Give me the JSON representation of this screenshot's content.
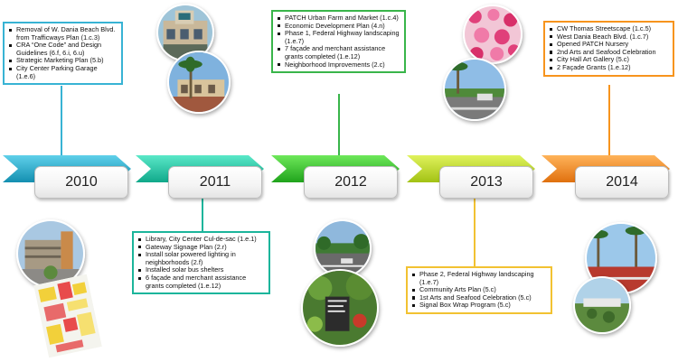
{
  "colors": {
    "y2010": "#1aa6c8",
    "y2011": "#17c5a6",
    "y2012": "#2ec12a",
    "y2013": "#bddc22",
    "y2014": "#f38a1f",
    "box_2010": "#38b3d4",
    "box_2011": "#1cb59b",
    "box_2012": "#39b54a",
    "box_2013": "#f2c232",
    "box_2014": "#f7941d"
  },
  "years": [
    {
      "label": "2010"
    },
    {
      "label": "2011"
    },
    {
      "label": "2012"
    },
    {
      "label": "2013"
    },
    {
      "label": "2014"
    }
  ],
  "boxes": {
    "top_2010": [
      "Removal of W. Dania Beach Blvd. from Trafficways Plan (1.c.3)",
      "CRA “One Code” and Design Guidelines (6.f, 6.i, 6.u)",
      "Strategic Marketing Plan (5.b)",
      "City Center Parking Garage (1.e.6)"
    ],
    "top_2012": [
      "PATCH Urban Farm and Market (1.c.4)",
      "Economic Development Plan (4.n)",
      "Phase 1, Federal Highway landscaping (1.e.7)",
      "7 façade and merchant assistance grants completed (1.e.12)",
      "Neighborhood Improvements (2.c)"
    ],
    "top_2014": [
      "CW Thomas Streetscape (1.c.5)",
      "West Dania Beach Blvd. (1.c.7)",
      "Opened PATCH Nursery",
      "2nd Arts and Seafood Celebration",
      "City Hall Art Gallery (5.c)",
      "2 Façade Grants (1.e.12)"
    ],
    "bottom_2011": [
      "Library, City Center Cul-de-sac (1.e.1)",
      "Gateway Signage Plan (2.r)",
      "Install solar powered lighting in neighborhoods (2.f)",
      "Installed solar bus shelters",
      "6 façade and merchant assistance grants completed (1.e.12)"
    ],
    "bottom_2013": [
      "Phase 2, Federal Highway landscaping (1.e.7)",
      "Community Arts Plan (5.c)",
      "1st Arts and Seafood Celebration (5.c)",
      "Signal Box Wrap Program (5.c)"
    ]
  }
}
